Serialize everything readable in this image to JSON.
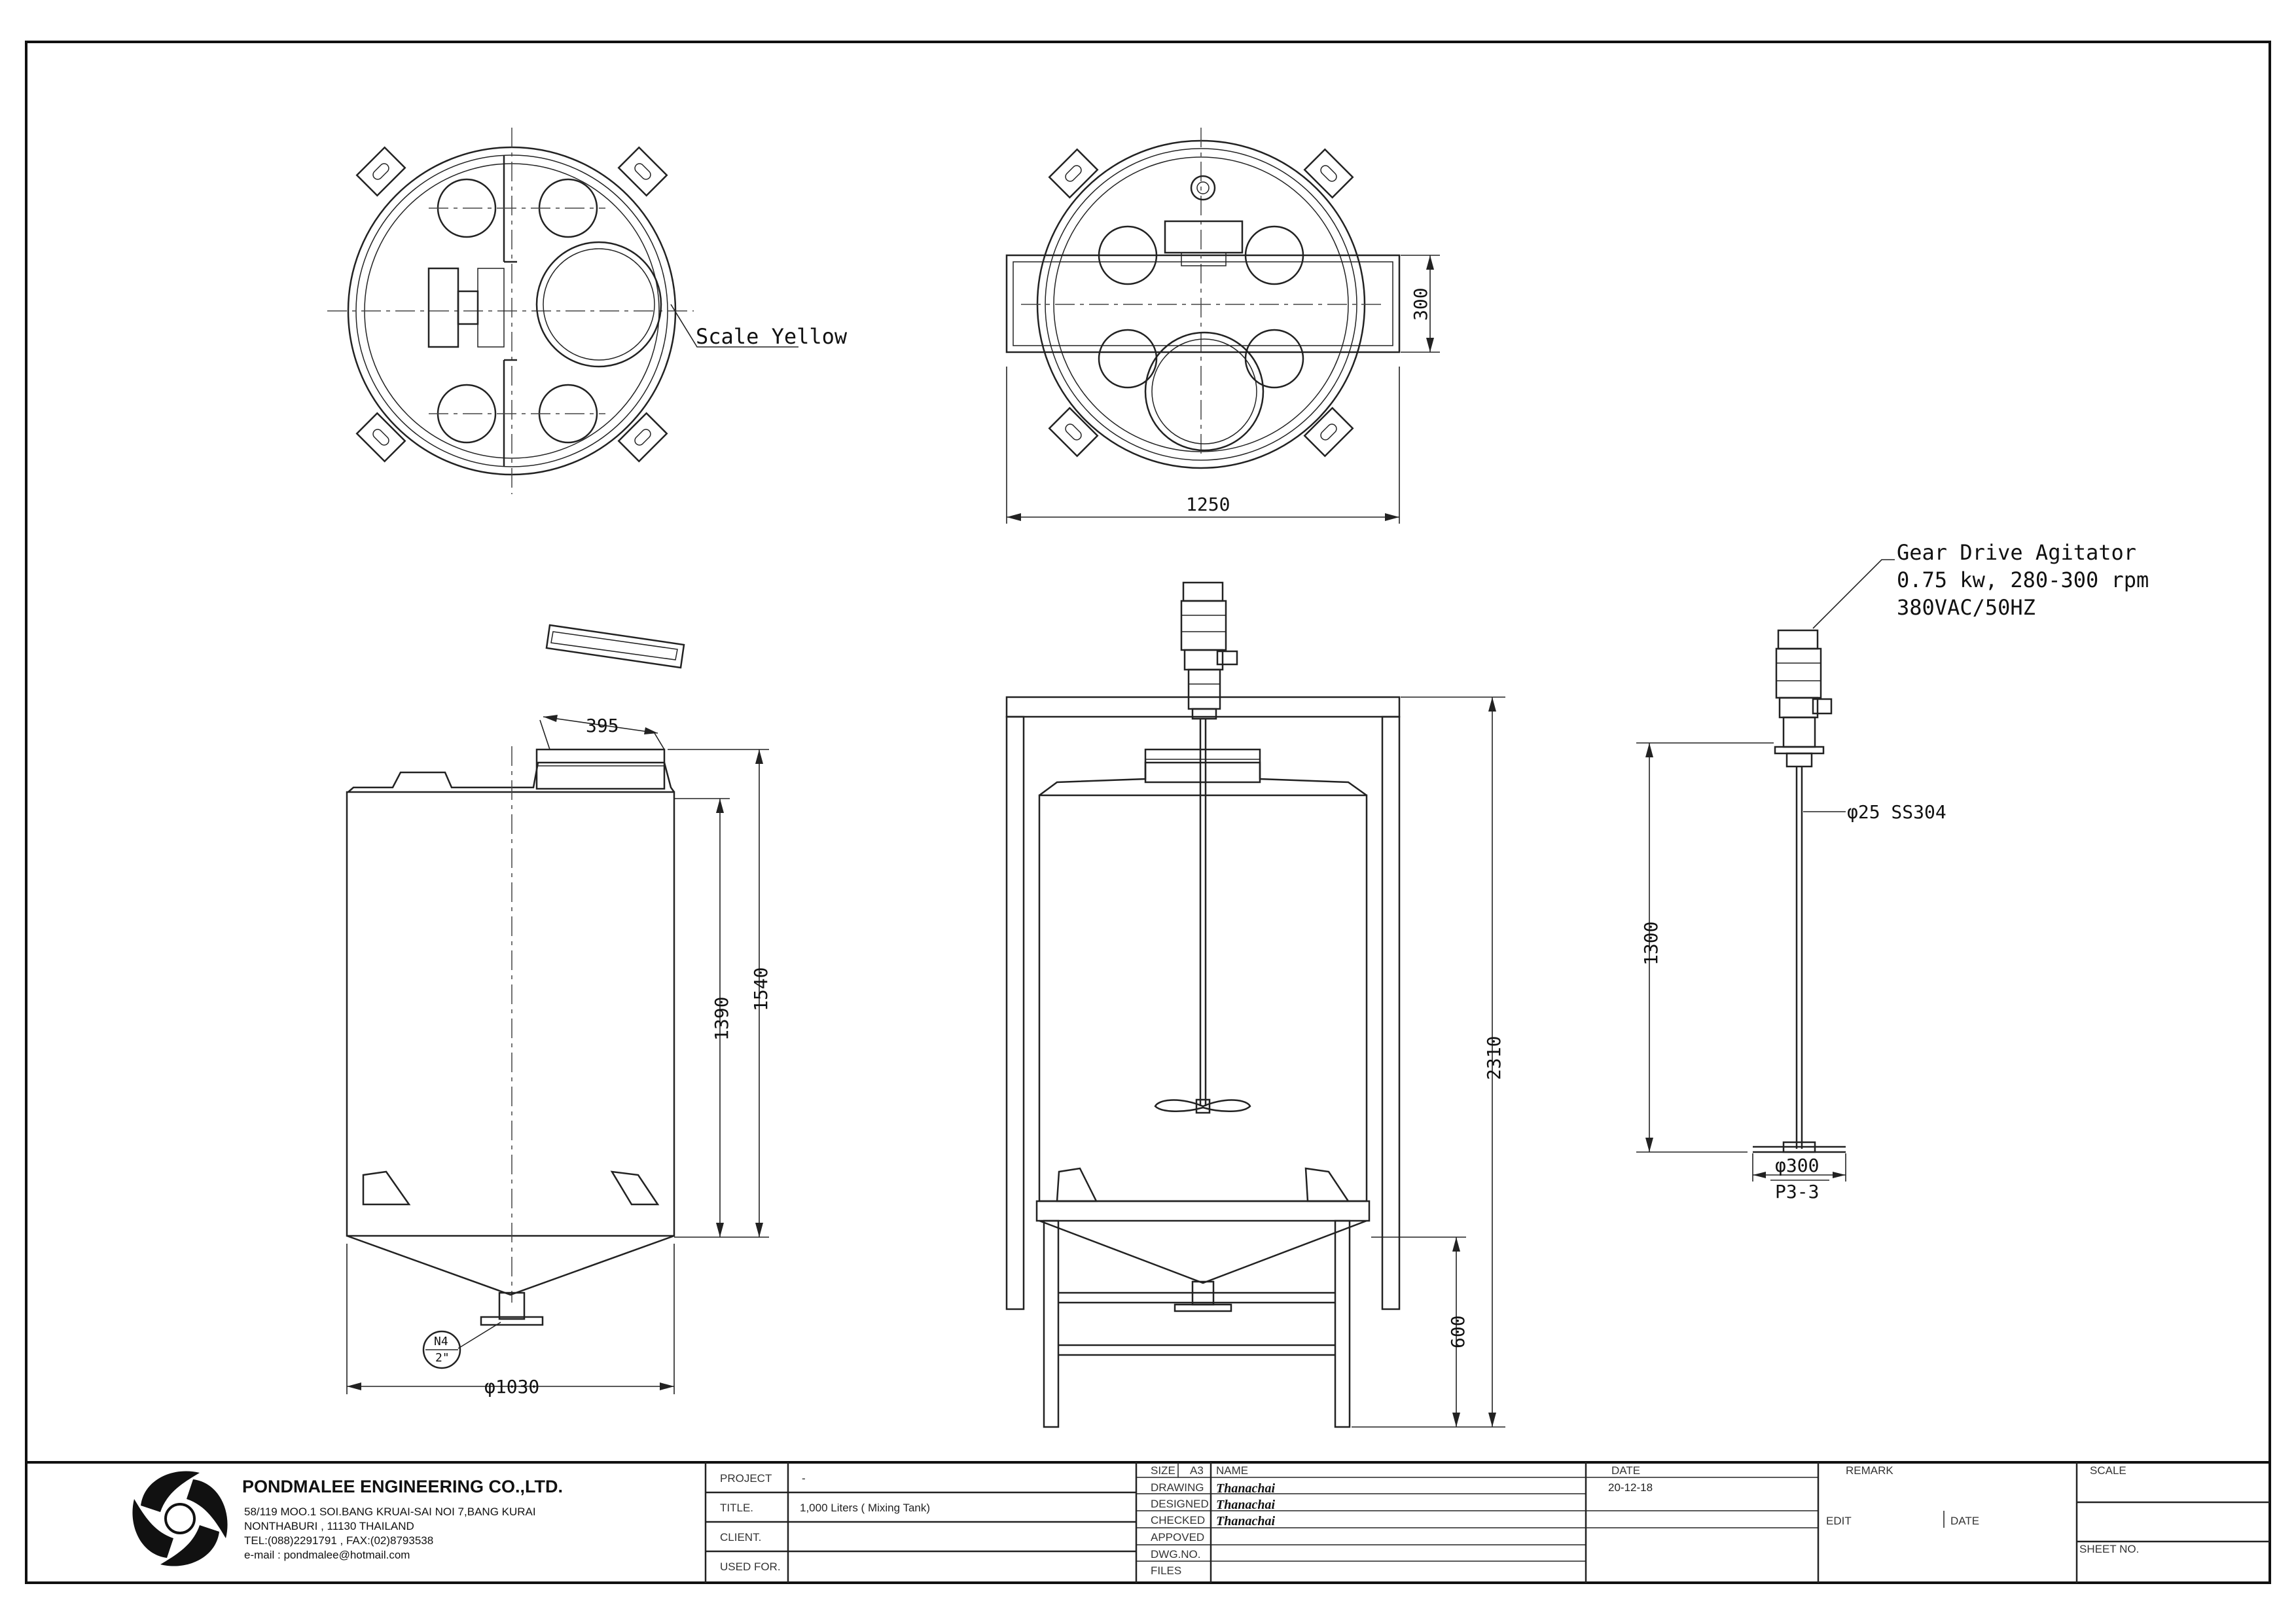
{
  "company": {
    "name": "PONDMALEE ENGINEERING CO.,LTD.",
    "address_line1": "58/119 MOO.1  SOI.BANG KRUAI-SAI NOI 7,BANG KURAI",
    "address_line2": "NONTHABURI , 11130  THAILAND",
    "address_line3": "TEL:(088)2291791 , FAX:(02)8793538",
    "address_line4": "e-mail : pondmalee@hotmail.com"
  },
  "title_block": {
    "project_label": "PROJECT",
    "project_value": "-",
    "title_label": "TITLE.",
    "title_value": "1,000 Liters ( Mixing Tank)",
    "client_label": "CLIENT.",
    "client_value": "",
    "used_for_label": "USED FOR.",
    "used_for_value": "",
    "size_label": "SIZE",
    "size_value": "A3",
    "name_label": "NAME",
    "date_label": "DATE",
    "remark_label": "REMARK",
    "scale_label": "SCALE",
    "drawing_label": "DRAWING",
    "designed_label": "DESIGNED",
    "checked_label": "CHECKED",
    "approved_label": "APPOVED",
    "dwg_no_label": "DWG.NO.",
    "files_label": "FILES",
    "drawing_name": "Thanachai",
    "designed_name": "Thanachai",
    "checked_name": "Thanachai",
    "drawing_date": "20-12-18",
    "edit_label": "EDIT",
    "edit_date_label": "DATE",
    "sheet_no_label": "SHEET NO."
  },
  "annotations": {
    "scale_yellow": "Scale Yellow",
    "agitator_line1": "Gear Drive Agitator",
    "agitator_line2": "0.75 kw, 280-300 rpm",
    "agitator_line3": "380VAC/50HZ",
    "shaft": "φ25 SS304",
    "impeller_dia": "φ300",
    "impeller_type": "P3-3",
    "nozzle_id": "N4",
    "nozzle_size": "2\""
  },
  "dimensions": {
    "frame_width": "1250",
    "frame_depth": "300",
    "manway": "395",
    "tank_body_height": "1390",
    "tank_total_height": "1540",
    "tank_diameter": "φ1030",
    "overall_height": "2310",
    "leg_height": "600",
    "shaft_length": "1300"
  }
}
